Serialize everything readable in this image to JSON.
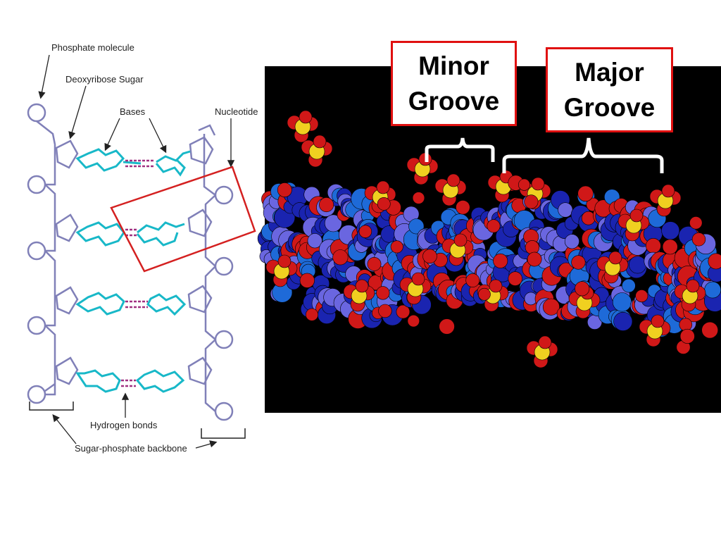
{
  "left_diagram": {
    "labels": {
      "phosphate": "Phosphate molecule",
      "sugar": "Deoxyribose Sugar",
      "bases": "Bases",
      "nucleotide": "Nucleotide",
      "hydrogen_bonds": "Hydrogen bonds",
      "backbone": "Sugar-phosphate backbone"
    },
    "colors": {
      "backbone": "#8080b8",
      "base": "#18b8c8",
      "hydrogen_bond": "#a03080",
      "highlight_box": "#d42020",
      "text": "#222222"
    }
  },
  "right_image": {
    "background": "#000000",
    "atom_colors": {
      "nitrogen_dark": "#1a24b0",
      "nitrogen_light": "#6a66e0",
      "oxygen": "#d01818",
      "phosphorus": "#f0d020",
      "blue_base": "#1e6ad8"
    },
    "minor_groove": {
      "line1": "Minor",
      "line2": "Groove"
    },
    "major_groove": {
      "line1": "Major",
      "line2": "Groove"
    },
    "bracket_color": "#ffffff",
    "box_border_color": "#e01010"
  }
}
